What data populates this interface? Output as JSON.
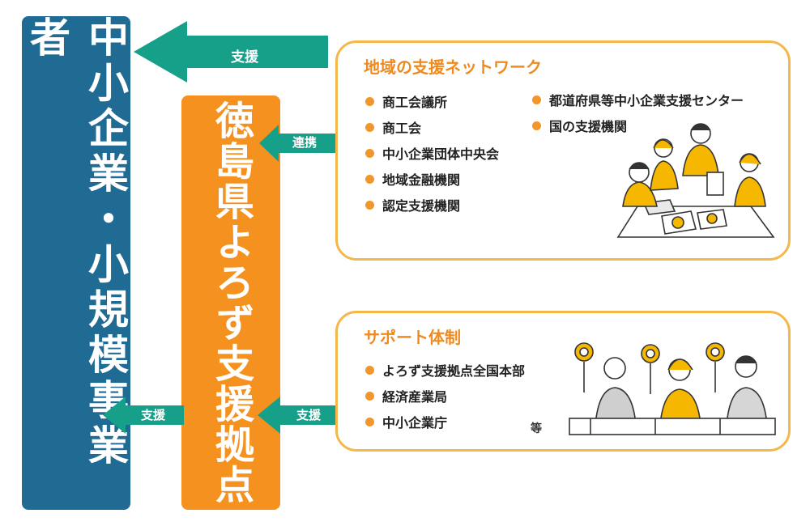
{
  "left_box": {
    "label": "中小企業・小規模事業者"
  },
  "middle_box": {
    "label": "徳島県よろず支援拠点"
  },
  "arrows": {
    "top_support": "支援",
    "renkei": "連携",
    "bottom_left_support": "支援",
    "bottom_right_support": "支援"
  },
  "network_panel": {
    "title": "地域の支援ネットワーク",
    "items_left": [
      "商工会議所",
      "商工会",
      "中小企業団体中央会",
      "地域金融機関",
      "認定支援機関"
    ],
    "items_right": [
      "都道府県等中小企業支援センター",
      "国の支援機関"
    ]
  },
  "support_panel": {
    "title": "サポート体制",
    "items": [
      "よろず支援拠点全国本部",
      "経済産業局",
      "中小企業庁"
    ],
    "etc": "等"
  },
  "colors": {
    "navy": "#1f6b94",
    "orange": "#f5911e",
    "teal": "#16a08a",
    "panel_border": "#f4b84a",
    "title_orange": "#ef8a1f"
  }
}
